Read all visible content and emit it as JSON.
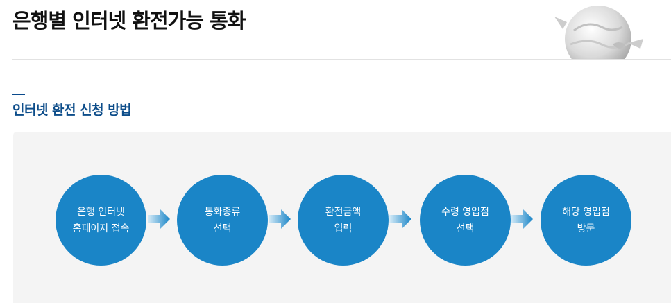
{
  "page": {
    "title": "은행별 인터넷 환전가능 통화"
  },
  "section": {
    "title": "인터넷 환전 신청 방법"
  },
  "steps": [
    {
      "line1": "은행 인터넷",
      "line2": "홈페이지 접속"
    },
    {
      "line1": "통화종류",
      "line2": "선택"
    },
    {
      "line1": "환전금액",
      "line2": "입력"
    },
    {
      "line1": "수령 영업점",
      "line2": "선택"
    },
    {
      "line1": "해당 영업점",
      "line2": "방문"
    }
  ],
  "colors": {
    "step_circle": "#1a85c7",
    "section_title": "#0d4d8a",
    "panel_bg": "#f4f4f4"
  },
  "icons": {
    "decoration": "globe-icon",
    "connector": "arrow-right-icon"
  }
}
